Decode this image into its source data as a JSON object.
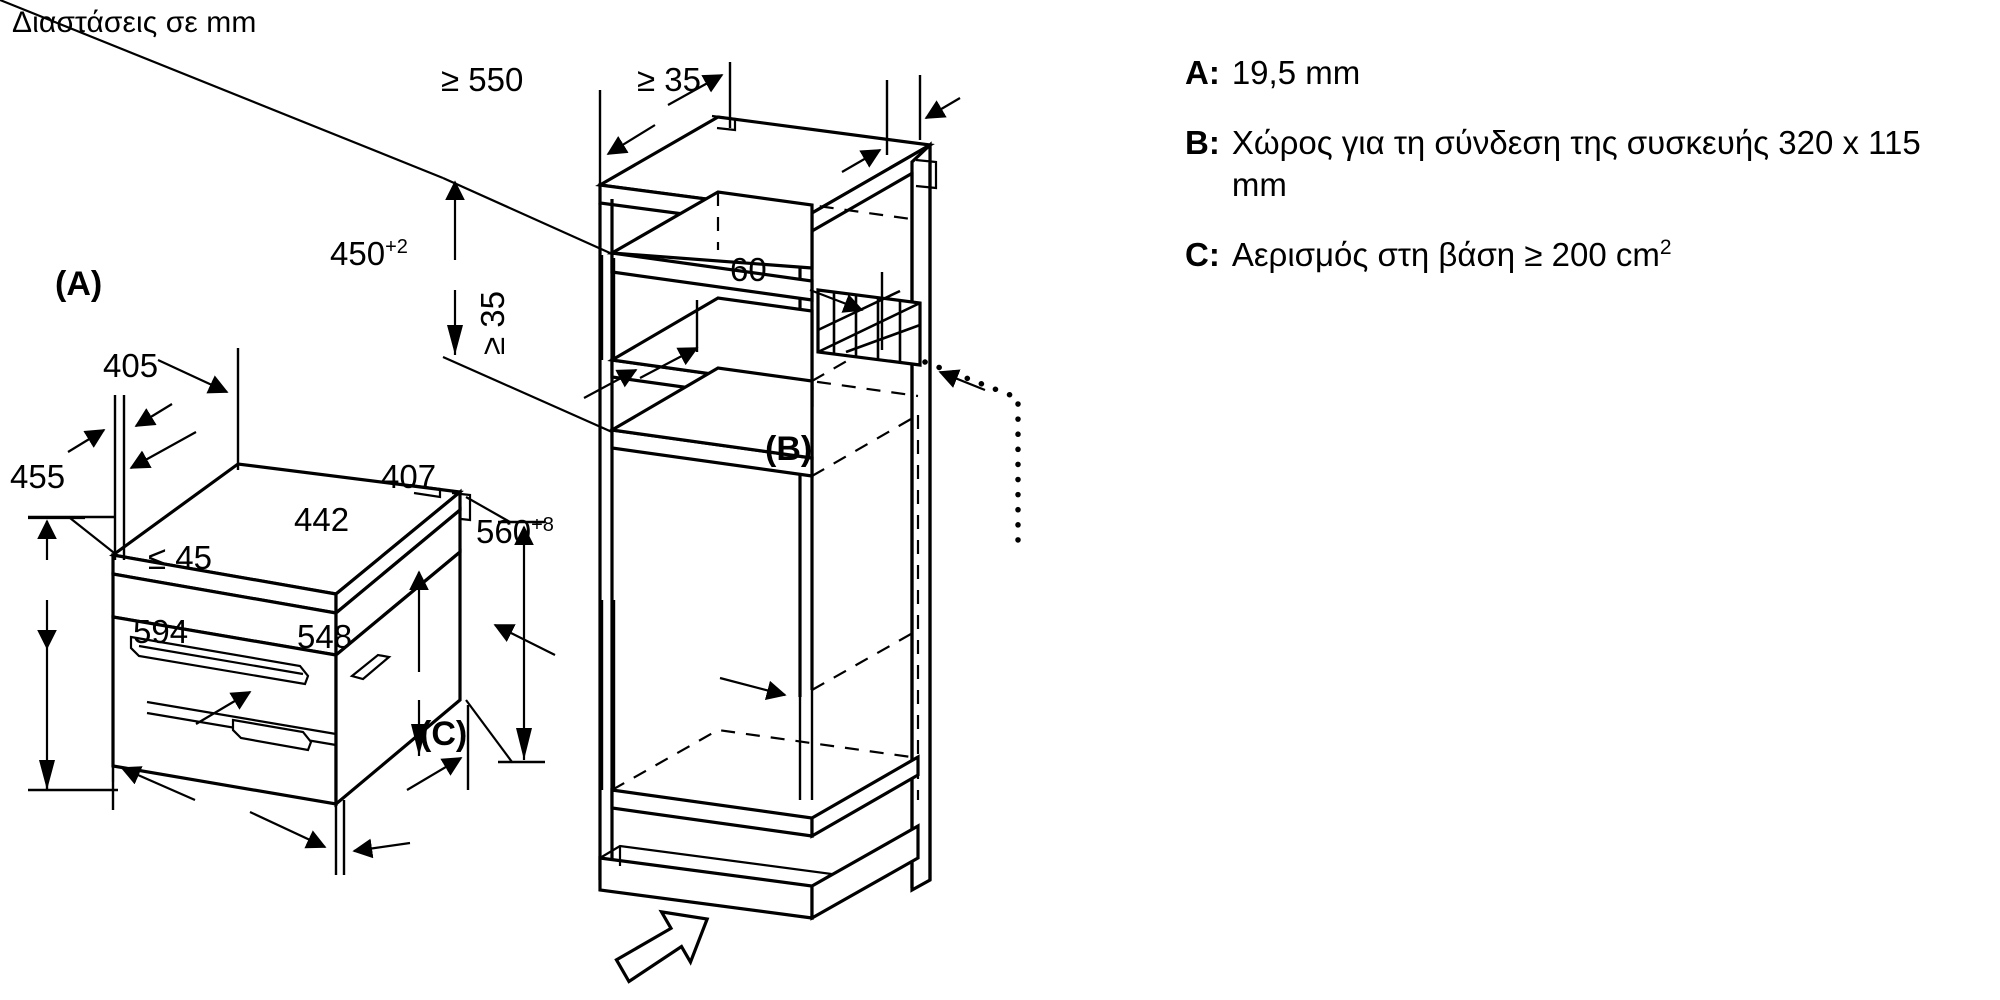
{
  "title": "Διαστάσεις σε mm",
  "appliance_view": {
    "callout_a": "(A)",
    "dims": {
      "depth_top": "405",
      "height_left": "455",
      "height_right": "407",
      "height_front": "442",
      "width_front": "594",
      "depth_side": "548",
      "door_gap": "≤ 45"
    }
  },
  "cabinet_view": {
    "callout_b": "(B)",
    "callout_c": "(C)",
    "dims": {
      "depth_min": "≥ 550",
      "top_gap": "≥ 35",
      "niche_height": "450",
      "niche_height_tol": "+2",
      "side_gap": "≥ 35",
      "rear_offset": "60",
      "niche_width": "560",
      "niche_width_tol": "+8"
    }
  },
  "legend": {
    "items": [
      {
        "key": "A:",
        "text": "19,5 mm"
      },
      {
        "key": "B:",
        "text": "Χώρος για τη σύνδεση της συσκευής 320 x 115 mm"
      },
      {
        "key": "C:",
        "text": "Αερισμός στη βάση ≥ 200 cm",
        "sup": "2"
      }
    ]
  },
  "colors": {
    "line": "#000000",
    "background": "#ffffff"
  }
}
